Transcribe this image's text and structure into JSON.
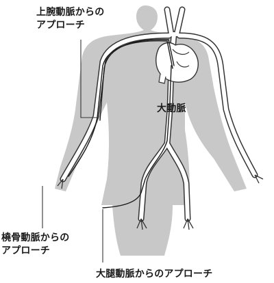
{
  "labels": {
    "brachial": {
      "line1": "上腕動脈からの",
      "line2": "アプローチ"
    },
    "aorta": "大動脈",
    "radial": {
      "line1": "橈骨動脈からの",
      "line2": "アプローチ"
    },
    "femoral": "大腿動脈からのアプローチ"
  },
  "colors": {
    "body_silhouette": "#c8c8c8",
    "vessel_fill": "#ffffff",
    "vessel_outline": "#333333",
    "catheter": "#1a1a1a",
    "leader_line": "#333333",
    "text": "#1a1a1a"
  }
}
